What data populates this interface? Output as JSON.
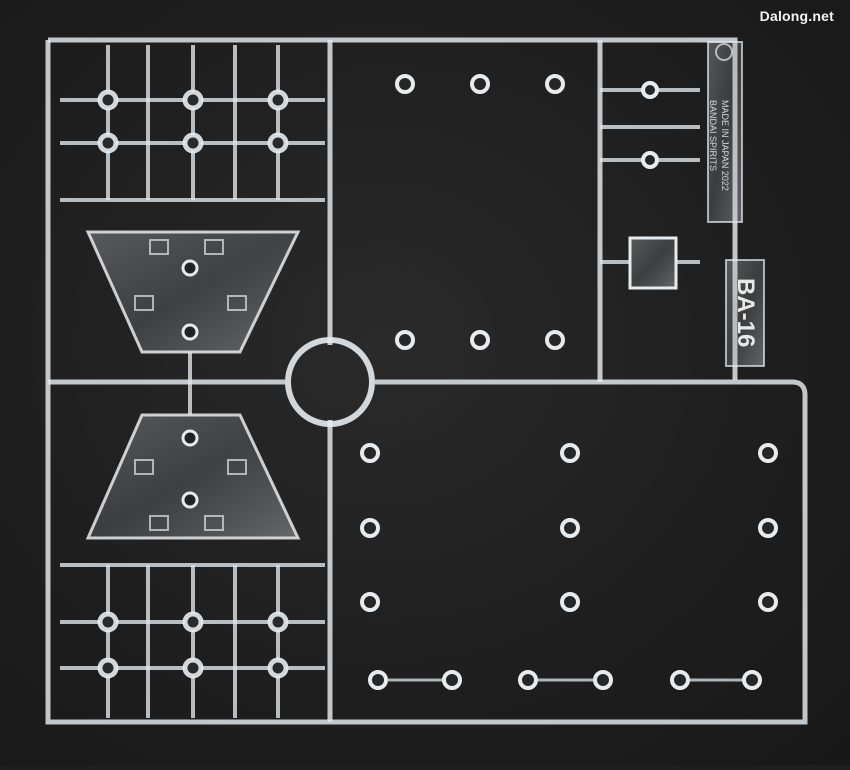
{
  "photo": {
    "description_name": "clear-plastic-model-runner",
    "colors": {
      "background": "#1f1f1f",
      "plastic": "#cfd6dc",
      "plastic_edge": "#eef2f5",
      "watermark": "#f2f2f2"
    }
  },
  "watermark": "Dalong.net",
  "runner_tag": {
    "line1": "BANDAI SPIRITS",
    "line2": "MADE IN JAPAN 2022"
  },
  "part_code": "BA-16"
}
